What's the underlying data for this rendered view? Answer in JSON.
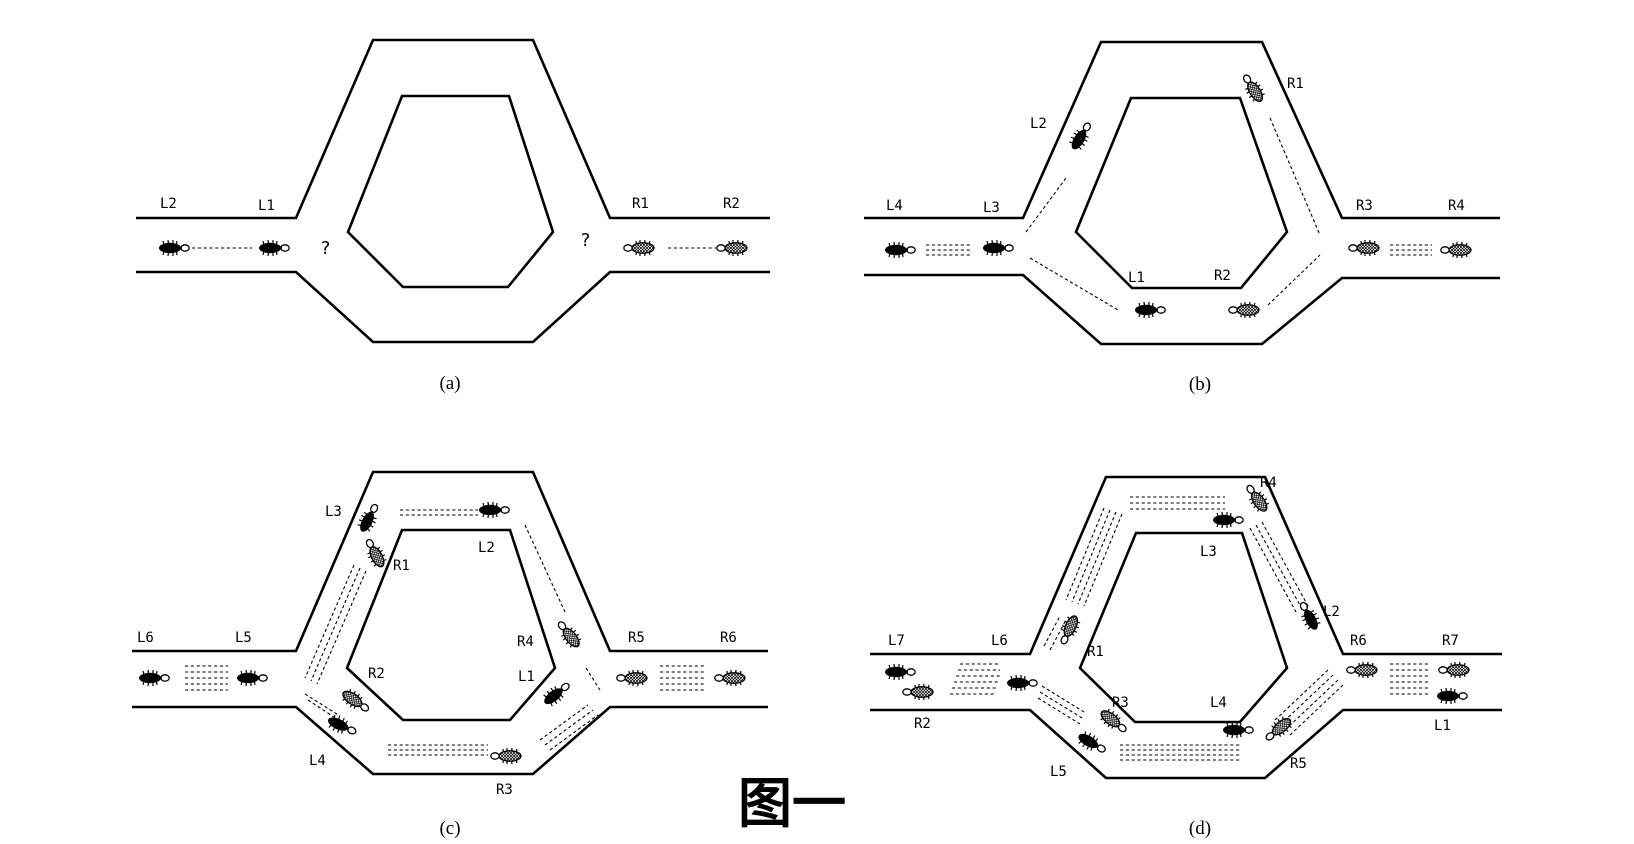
{
  "figure_title": "图一",
  "panels": [
    {
      "id": "a",
      "caption": "(a)",
      "unknown_marks": [
        "?",
        "?"
      ],
      "labels": [
        "L2",
        "L1",
        "R1",
        "R2"
      ]
    },
    {
      "id": "b",
      "caption": "(b)",
      "labels": [
        "L4",
        "L3",
        "L2",
        "L1",
        "R1",
        "R2",
        "R3",
        "R4"
      ]
    },
    {
      "id": "c",
      "caption": "(c)",
      "labels": [
        "L6",
        "L5",
        "L3",
        "R1",
        "L2",
        "R4",
        "L1",
        "R2",
        "L4",
        "R3",
        "R5",
        "R6"
      ]
    },
    {
      "id": "d",
      "caption": "(d)",
      "labels": [
        "L7",
        "L6",
        "R2",
        "R1",
        "R3",
        "L5",
        "L3",
        "R4",
        "L2",
        "L4",
        "R5",
        "R6",
        "R7",
        "L1"
      ]
    }
  ]
}
